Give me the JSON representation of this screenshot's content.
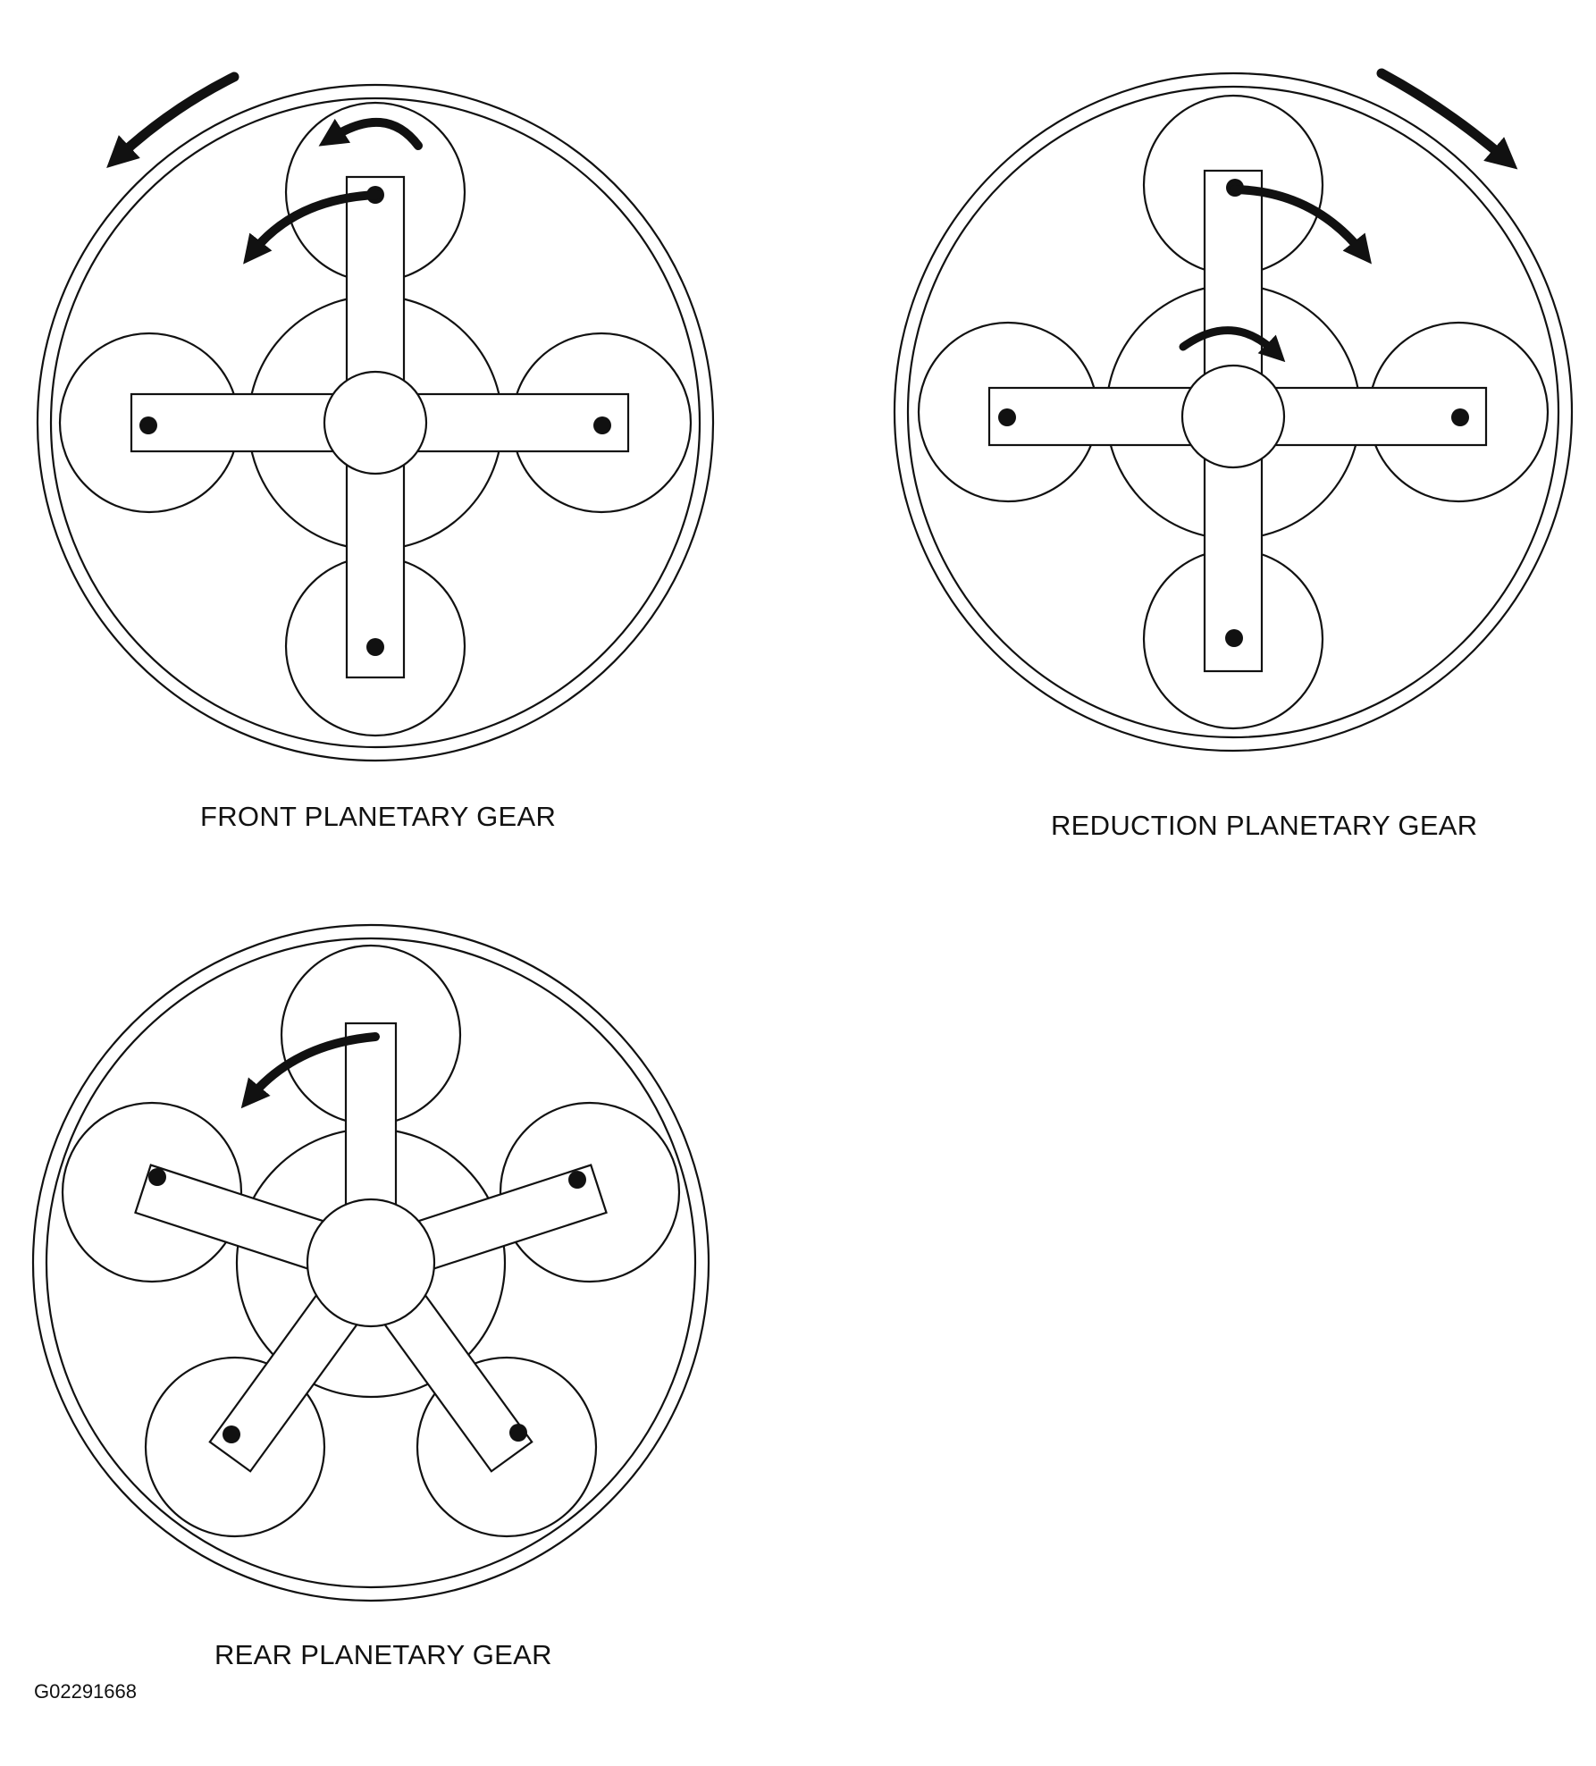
{
  "captions": {
    "front": "FRONT PLANETARY GEAR",
    "reduction": "REDUCTION PLANETARY GEAR",
    "rear": "REAR PLANETARY GEAR"
  },
  "figure_id": "G02291668",
  "diagrams": [
    {
      "name": "front-planetary-gear",
      "planet_count": 4,
      "ring_rotation": "counterclockwise",
      "carrier_rotation": "counterclockwise",
      "planet_rotation": "counterclockwise"
    },
    {
      "name": "reduction-planetary-gear",
      "planet_count": 4,
      "ring_rotation": "clockwise",
      "carrier_rotation": "clockwise",
      "sun_rotation": "clockwise"
    },
    {
      "name": "rear-planetary-gear",
      "planet_count": 5,
      "carrier_rotation": "counterclockwise"
    }
  ],
  "colors": {
    "line": "#111111",
    "background": "#ffffff"
  }
}
